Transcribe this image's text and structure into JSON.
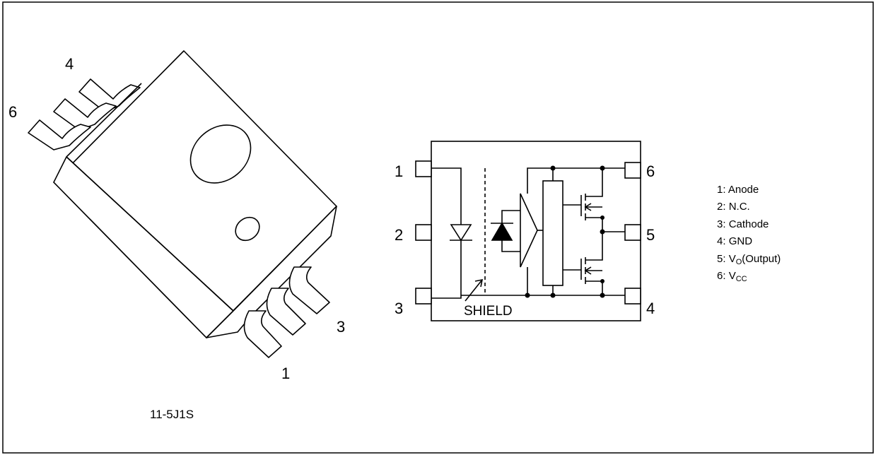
{
  "package": {
    "code": "11-5J1S",
    "pin_labels": [
      "1",
      "3",
      "4",
      "6"
    ]
  },
  "schematic": {
    "pin_numbers": [
      "1",
      "2",
      "3",
      "4",
      "5",
      "6"
    ],
    "shield_label": "SHIELD"
  },
  "pin_legend": [
    {
      "num": "1",
      "name": "Anode",
      "sub": "",
      "suffix": ""
    },
    {
      "num": "2",
      "name": "N.C.",
      "sub": "",
      "suffix": ""
    },
    {
      "num": "3",
      "name": "Cathode",
      "sub": "",
      "suffix": ""
    },
    {
      "num": "4",
      "name": "GND",
      "sub": "",
      "suffix": ""
    },
    {
      "num": "5",
      "name": "V",
      "sub": "O",
      "suffix": "(Output)"
    },
    {
      "num": "6",
      "name": "V",
      "sub": "CC",
      "suffix": ""
    }
  ],
  "colors": {
    "line": "#000000",
    "background": "#ffffff"
  }
}
